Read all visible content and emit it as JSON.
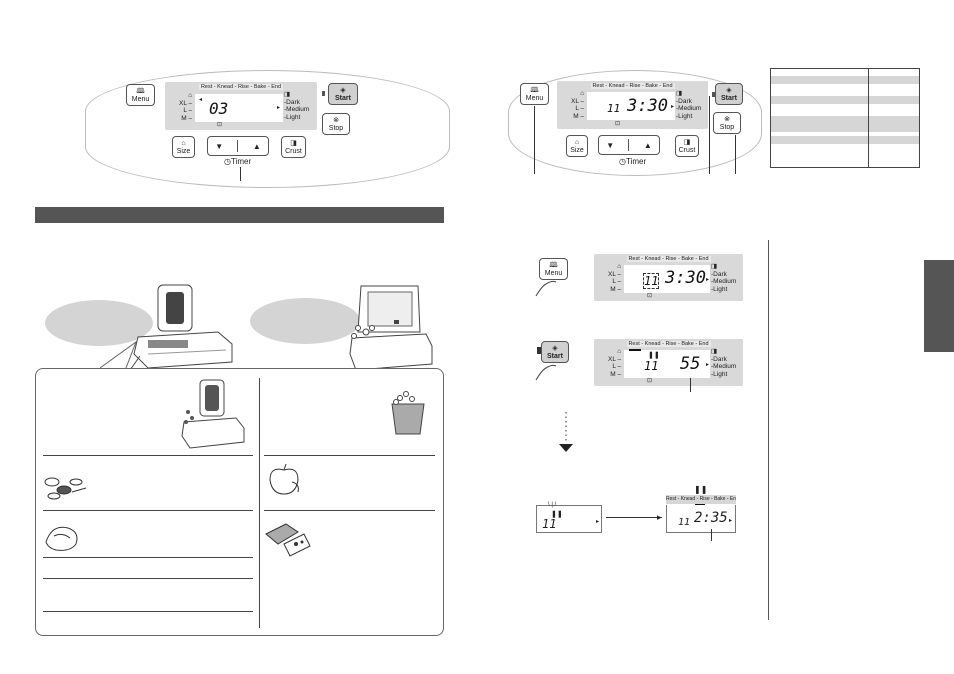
{
  "panel": {
    "menu": "Menu",
    "size": "Size",
    "crust": "Crust",
    "start": "Start",
    "stop": "Stop",
    "timer": "Timer",
    "down": "▼",
    "up": "▲",
    "stages": "Rest - Knead - Rise - Bake - End",
    "sizes": [
      "XL",
      "L",
      "M"
    ],
    "crusts": [
      "Dark",
      "Medium",
      "Light"
    ]
  },
  "displays": {
    "top_left": "03",
    "top_right_menu": "11",
    "top_right_time": "3:30",
    "step1_menu": "11",
    "step1_time": "3:30",
    "step2_menu": "11",
    "step2_time": "55",
    "step3_menu": "11",
    "step4_menu": "11",
    "step4_time": "2:35"
  },
  "icons": {
    "menu": "book-icon",
    "size": "loaf-icon",
    "crust": "crust-icon",
    "start": "start-icon",
    "stop": "stop-icon",
    "timer": "clock-icon"
  }
}
